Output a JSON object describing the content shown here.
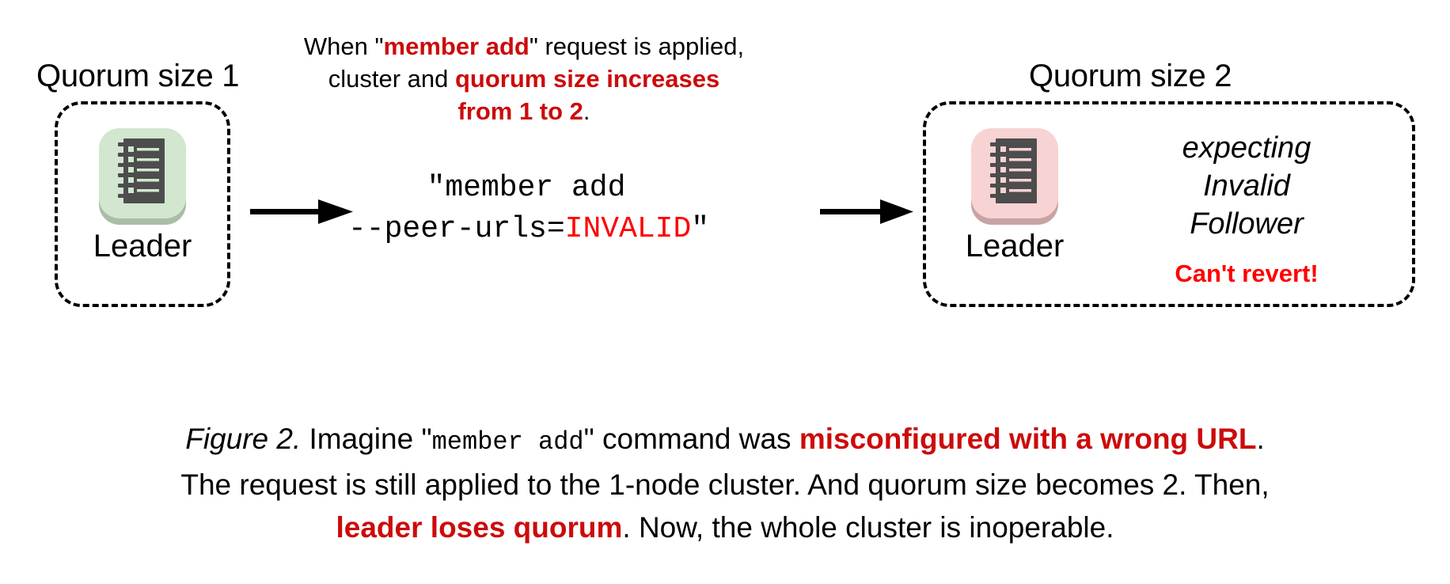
{
  "figure": {
    "colors": {
      "dark_red": "#cc0b0b",
      "bright_red": "#ff0000",
      "healthy_green": "#d2e6d0",
      "healthy_green_shadow": "#a9bda7",
      "failed_pink": "#f8d3d3",
      "failed_pink_shadow": "#c8a3a3",
      "icon_dark": "#4d4d4d",
      "stroke_black": "#000000"
    },
    "left_cluster": {
      "title": "Quorum size 1",
      "node_label": "Leader",
      "node_state": "healthy"
    },
    "right_cluster": {
      "title": "Quorum size 2",
      "node_label": "Leader",
      "node_state": "failed",
      "note_line1": "expecting",
      "note_line2": "Invalid",
      "note_line3": "Follower",
      "warning": "Can't revert!"
    },
    "explain_note": {
      "seg1": "When \"",
      "seg2_bold_red": "member add",
      "seg3": "\" request is applied,",
      "seg4": "cluster and ",
      "seg5_bold_red": "quorum size increases",
      "seg6_bold_red": "from 1 to 2",
      "seg7": "."
    },
    "command": {
      "line1": "\"member add",
      "line2_prefix": "--peer-urls=",
      "line2_invalid": "INVALID",
      "line2_suffix": "\""
    },
    "arrows": {
      "left_arrow": "arrow-right-icon",
      "right_arrow": "arrow-right-icon"
    },
    "caption": {
      "line1_a": "Figure 2.",
      "line1_b": " Imagine \"",
      "line1_mono": "member add",
      "line1_c": "\" command was ",
      "line1_hl": "misconfigured with a wrong URL",
      "line1_d": ".",
      "line2": "The request is still applied to the 1-node cluster. And quorum size becomes 2. Then,",
      "line3_hl": "leader loses quorum",
      "line3_b": ". Now, the whole cluster is inoperable."
    }
  }
}
